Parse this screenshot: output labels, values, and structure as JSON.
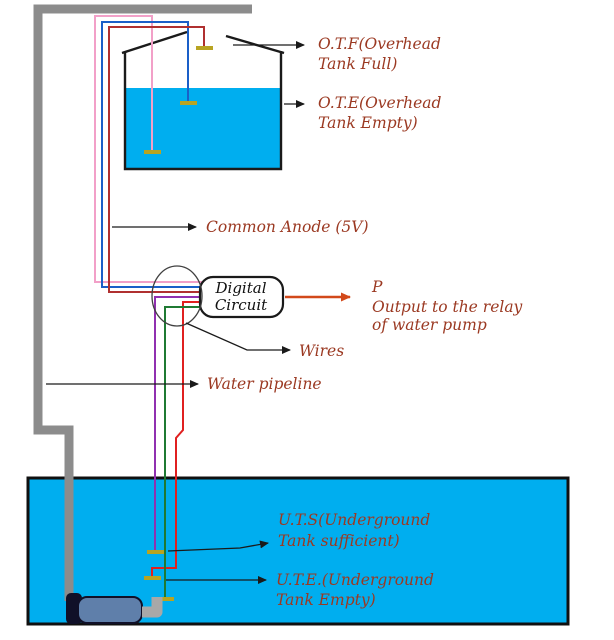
{
  "labels": {
    "otf": {
      "line1": "O.T.F(Overhead",
      "line2": "Tank Full)"
    },
    "ote": {
      "line1": "O.T.E(Overhead",
      "line2": "Tank Empty)"
    },
    "common_anode": "Common Anode  (5V)",
    "digital_circuit": {
      "line1": "Digital",
      "line2": "Circuit"
    },
    "output": {
      "p": "P",
      "line1": "Output to the relay",
      "line2": "of water pump"
    },
    "wires": "Wires",
    "water_pipeline": "Water pipeline",
    "uts": {
      "line1": "U.T.S(Underground",
      "line2": "Tank sufficient)"
    },
    "ute": {
      "line1": "U.T.E.(Underground",
      "line2": "Tank Empty)"
    }
  },
  "colors": {
    "water": "#00AEEF",
    "label_text": "#9B3922",
    "pipe": "#8C8C8C",
    "wire_pink": "#F2A0C8",
    "wire_blue": "#1A5FC8",
    "wire_dark_red": "#B03030",
    "wire_red": "#E02020",
    "wire_purple": "#9030B0",
    "wire_green": "#1F7A33",
    "sensor_tip": "#B8A422",
    "output_arrow": "#D2491A",
    "pump_body": "#5F7FAA"
  }
}
